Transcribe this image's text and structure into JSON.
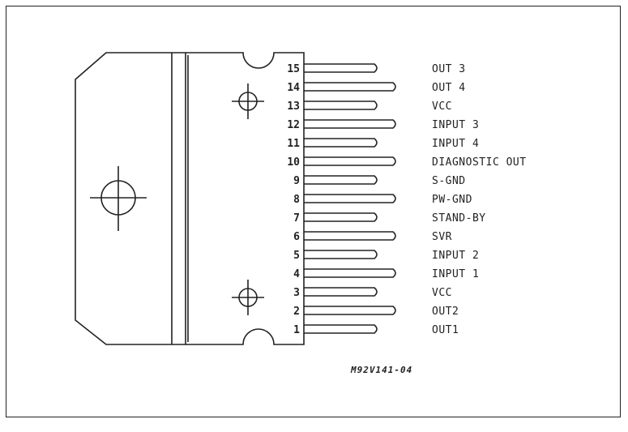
{
  "diagram": {
    "part_code": "M92V141-04",
    "pins": [
      {
        "number": "15",
        "label": "OUT 3"
      },
      {
        "number": "14",
        "label": "OUT 4"
      },
      {
        "number": "13",
        "label": "VCC"
      },
      {
        "number": "12",
        "label": "INPUT 3"
      },
      {
        "number": "11",
        "label": "INPUT 4"
      },
      {
        "number": "10",
        "label": "DIAGNOSTIC OUT"
      },
      {
        "number": "9",
        "label": "S-GND"
      },
      {
        "number": "8",
        "label": "PW-GND"
      },
      {
        "number": "7",
        "label": "STAND-BY"
      },
      {
        "number": "6",
        "label": "SVR"
      },
      {
        "number": "5",
        "label": "INPUT 2"
      },
      {
        "number": "4",
        "label": "INPUT 1"
      },
      {
        "number": "3",
        "label": "VCC"
      },
      {
        "number": "2",
        "label": "OUT2"
      },
      {
        "number": "1",
        "label": "OUT1"
      }
    ]
  }
}
